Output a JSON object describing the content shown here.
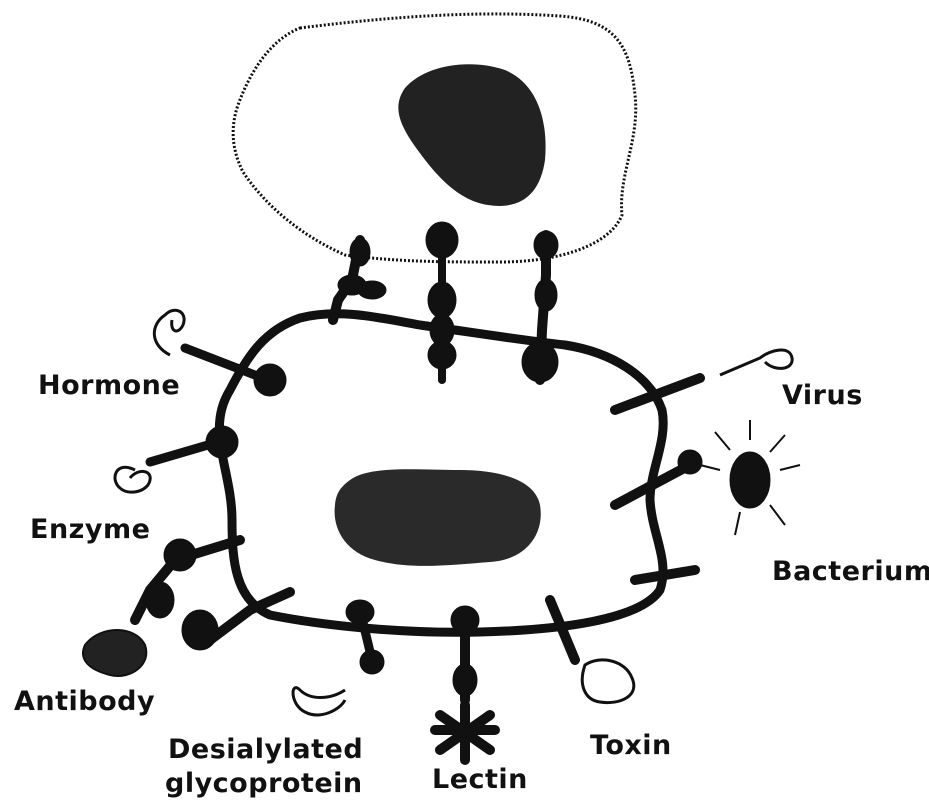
{
  "labels": {
    "hormone": "Hormone",
    "enzyme": "Enzyme",
    "antibody": "Antibody",
    "desialylated_line1": "Desialylated",
    "desialylated_line2": "glycoprotein",
    "lectin": "Lectin",
    "toxin": "Toxin",
    "bacterium": "Bacterium",
    "virus": "Virus"
  },
  "colors": {
    "ink": "#111111",
    "background": "#ffffff"
  }
}
